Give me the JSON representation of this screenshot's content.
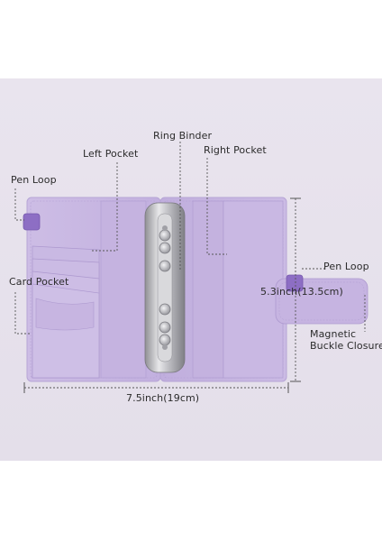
{
  "labels": {
    "ring_binder": "Ring Binder",
    "left_pocket": "Left Pocket",
    "right_pocket": "Right Pocket",
    "pen_loop_left": "Pen Loop",
    "pen_loop_right": "Pen Loop",
    "card_pocket": "Card Pocket",
    "height_dim": "5.3inch(13.5cm)",
    "width_dim": "7.5inch(19cm)",
    "magnetic_line1": "Magnetic",
    "magnetic_line2": "Buckle Closure"
  },
  "colors": {
    "background": "#e6e1ec",
    "binder_purple": "#c9b8e2",
    "binder_purple_dark": "#b6a2d4",
    "clasp_purple": "#8e6fc4",
    "rings_metal": "#c9c9cc"
  }
}
